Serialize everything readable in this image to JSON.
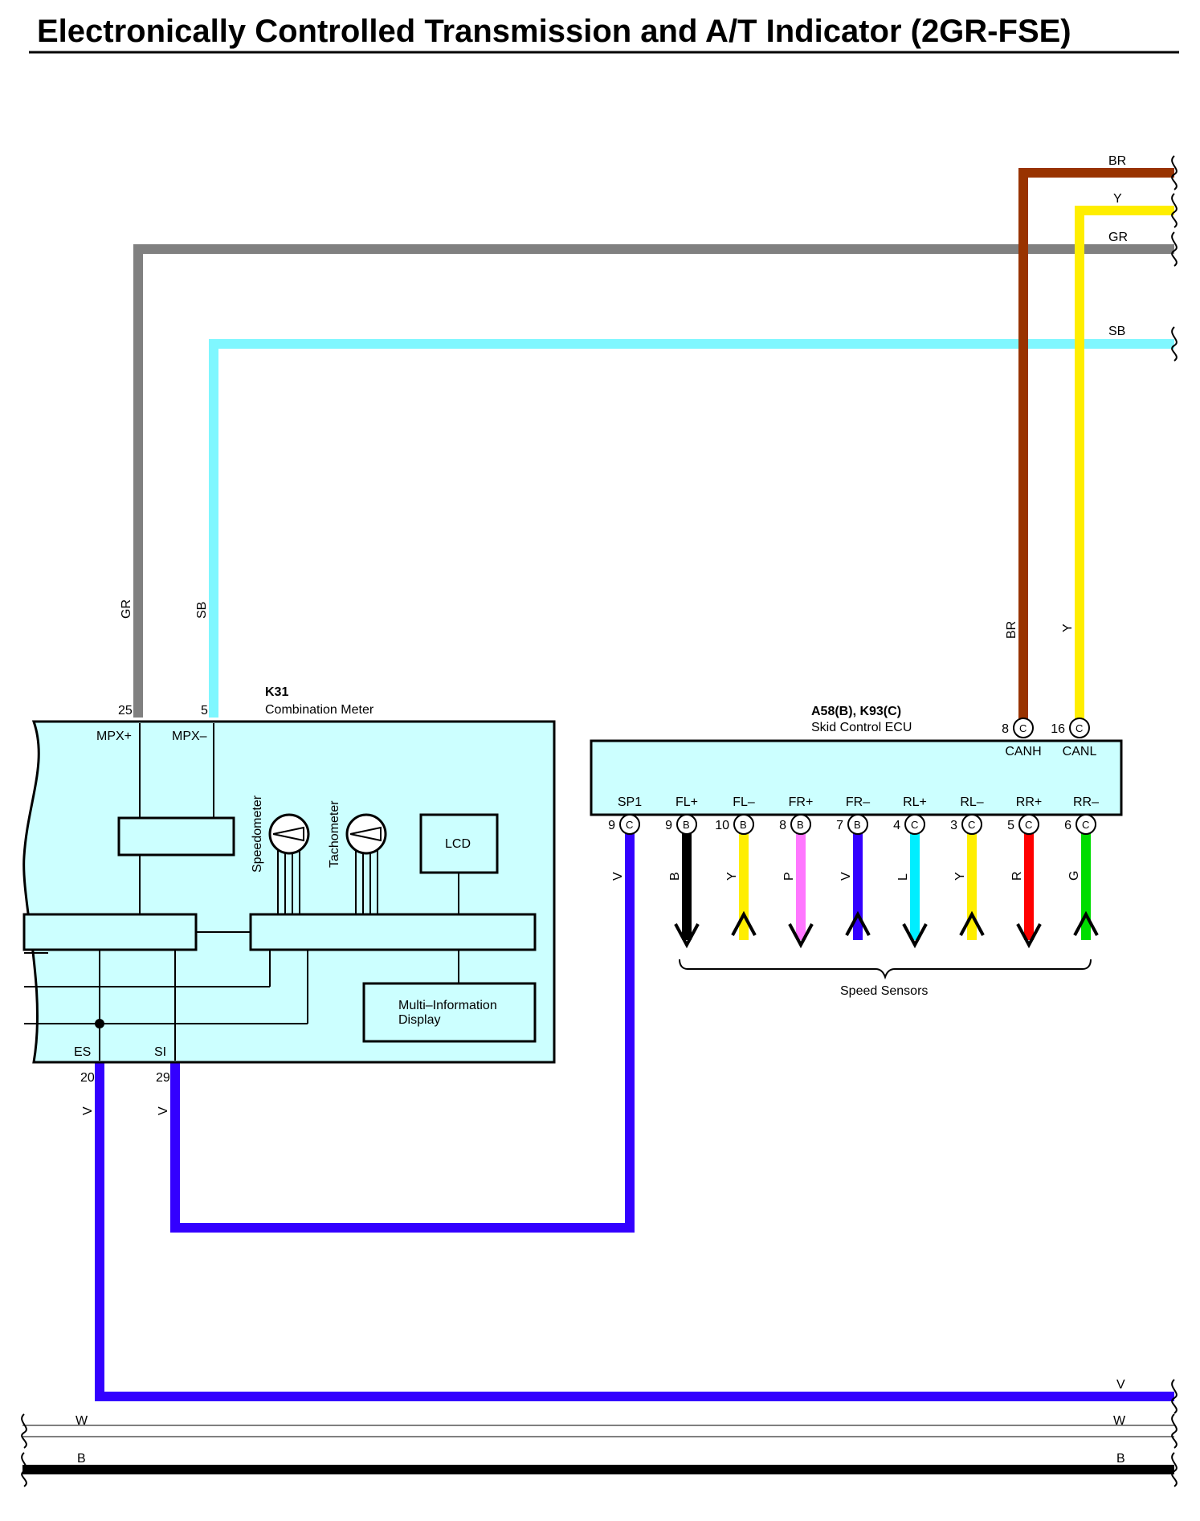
{
  "title": "Electronically Controlled Transmission and A/T Indicator (2GR-FSE)",
  "colors": {
    "GR": "#808080",
    "SB": "#7ff7ff",
    "BR": "#993300",
    "Y": "#ffee00",
    "V": "#3300ff",
    "B": "#000000",
    "P": "#ff77ff",
    "L": "#00eeff",
    "R": "#ff0000",
    "G": "#00dd00",
    "W": "#ffffff",
    "box_fill": "#ccffff"
  },
  "combination_meter": {
    "code": "K31",
    "name": "Combination Meter",
    "pins": {
      "mpx_plus": {
        "num": "25",
        "name": "MPX+",
        "wire": "GR"
      },
      "mpx_minus": {
        "num": "5",
        "name": "MPX–",
        "wire": "SB"
      },
      "es": {
        "num": "20",
        "name": "ES",
        "wire": "V"
      },
      "si": {
        "num": "29",
        "name": "SI",
        "wire": "V"
      }
    },
    "speedometer": "Speedometer",
    "tachometer": "Tachometer",
    "lcd": "LCD",
    "mid_line1": "Multi–Information",
    "mid_line2": "Display"
  },
  "skid_ecu": {
    "code": "A58(B), K93(C)",
    "name": "Skid Control ECU",
    "top_pins": [
      {
        "num": "8",
        "conn": "C",
        "name": "CANH",
        "wire": "BR"
      },
      {
        "num": "16",
        "conn": "C",
        "name": "CANL",
        "wire": "Y"
      }
    ],
    "bottom_pins": [
      {
        "num": "9",
        "conn": "C",
        "name": "SP1",
        "wire": "V",
        "arrow": ""
      },
      {
        "num": "9",
        "conn": "B",
        "name": "FL+",
        "wire": "B",
        "arrow": "down"
      },
      {
        "num": "10",
        "conn": "B",
        "name": "FL–",
        "wire": "Y",
        "arrow": "up"
      },
      {
        "num": "8",
        "conn": "B",
        "name": "FR+",
        "wire": "P",
        "arrow": "down"
      },
      {
        "num": "7",
        "conn": "B",
        "name": "FR–",
        "wire": "V",
        "arrow": "up"
      },
      {
        "num": "4",
        "conn": "C",
        "name": "RL+",
        "wire": "L",
        "arrow": "down"
      },
      {
        "num": "3",
        "conn": "C",
        "name": "RL–",
        "wire": "Y",
        "arrow": "up"
      },
      {
        "num": "5",
        "conn": "C",
        "name": "RR+",
        "wire": "R",
        "arrow": "down"
      },
      {
        "num": "6",
        "conn": "C",
        "name": "RR–",
        "wire": "G",
        "arrow": "up"
      }
    ],
    "speed_sensors": "Speed Sensors"
  },
  "wire_labels": {
    "gr": "GR",
    "sb": "SB",
    "br": "BR",
    "y": "Y",
    "v": "V",
    "w": "W",
    "b": "B"
  }
}
